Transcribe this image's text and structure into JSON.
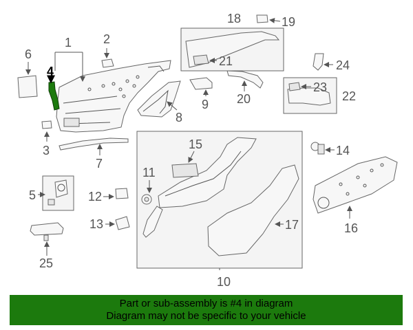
{
  "diagram": {
    "highlight_color": "#1c7a0d",
    "callouts": [
      "1",
      "2",
      "3",
      "4",
      "5",
      "6",
      "7",
      "8",
      "9",
      "10",
      "11",
      "12",
      "13",
      "14",
      "15",
      "16",
      "17",
      "18",
      "19",
      "20",
      "21",
      "22",
      "23",
      "24",
      "25"
    ],
    "highlighted_callout": "4"
  },
  "banner": {
    "line1": "Part or sub-assembly is #4 in diagram",
    "line2": "Diagram may not be specific to your vehicle"
  }
}
